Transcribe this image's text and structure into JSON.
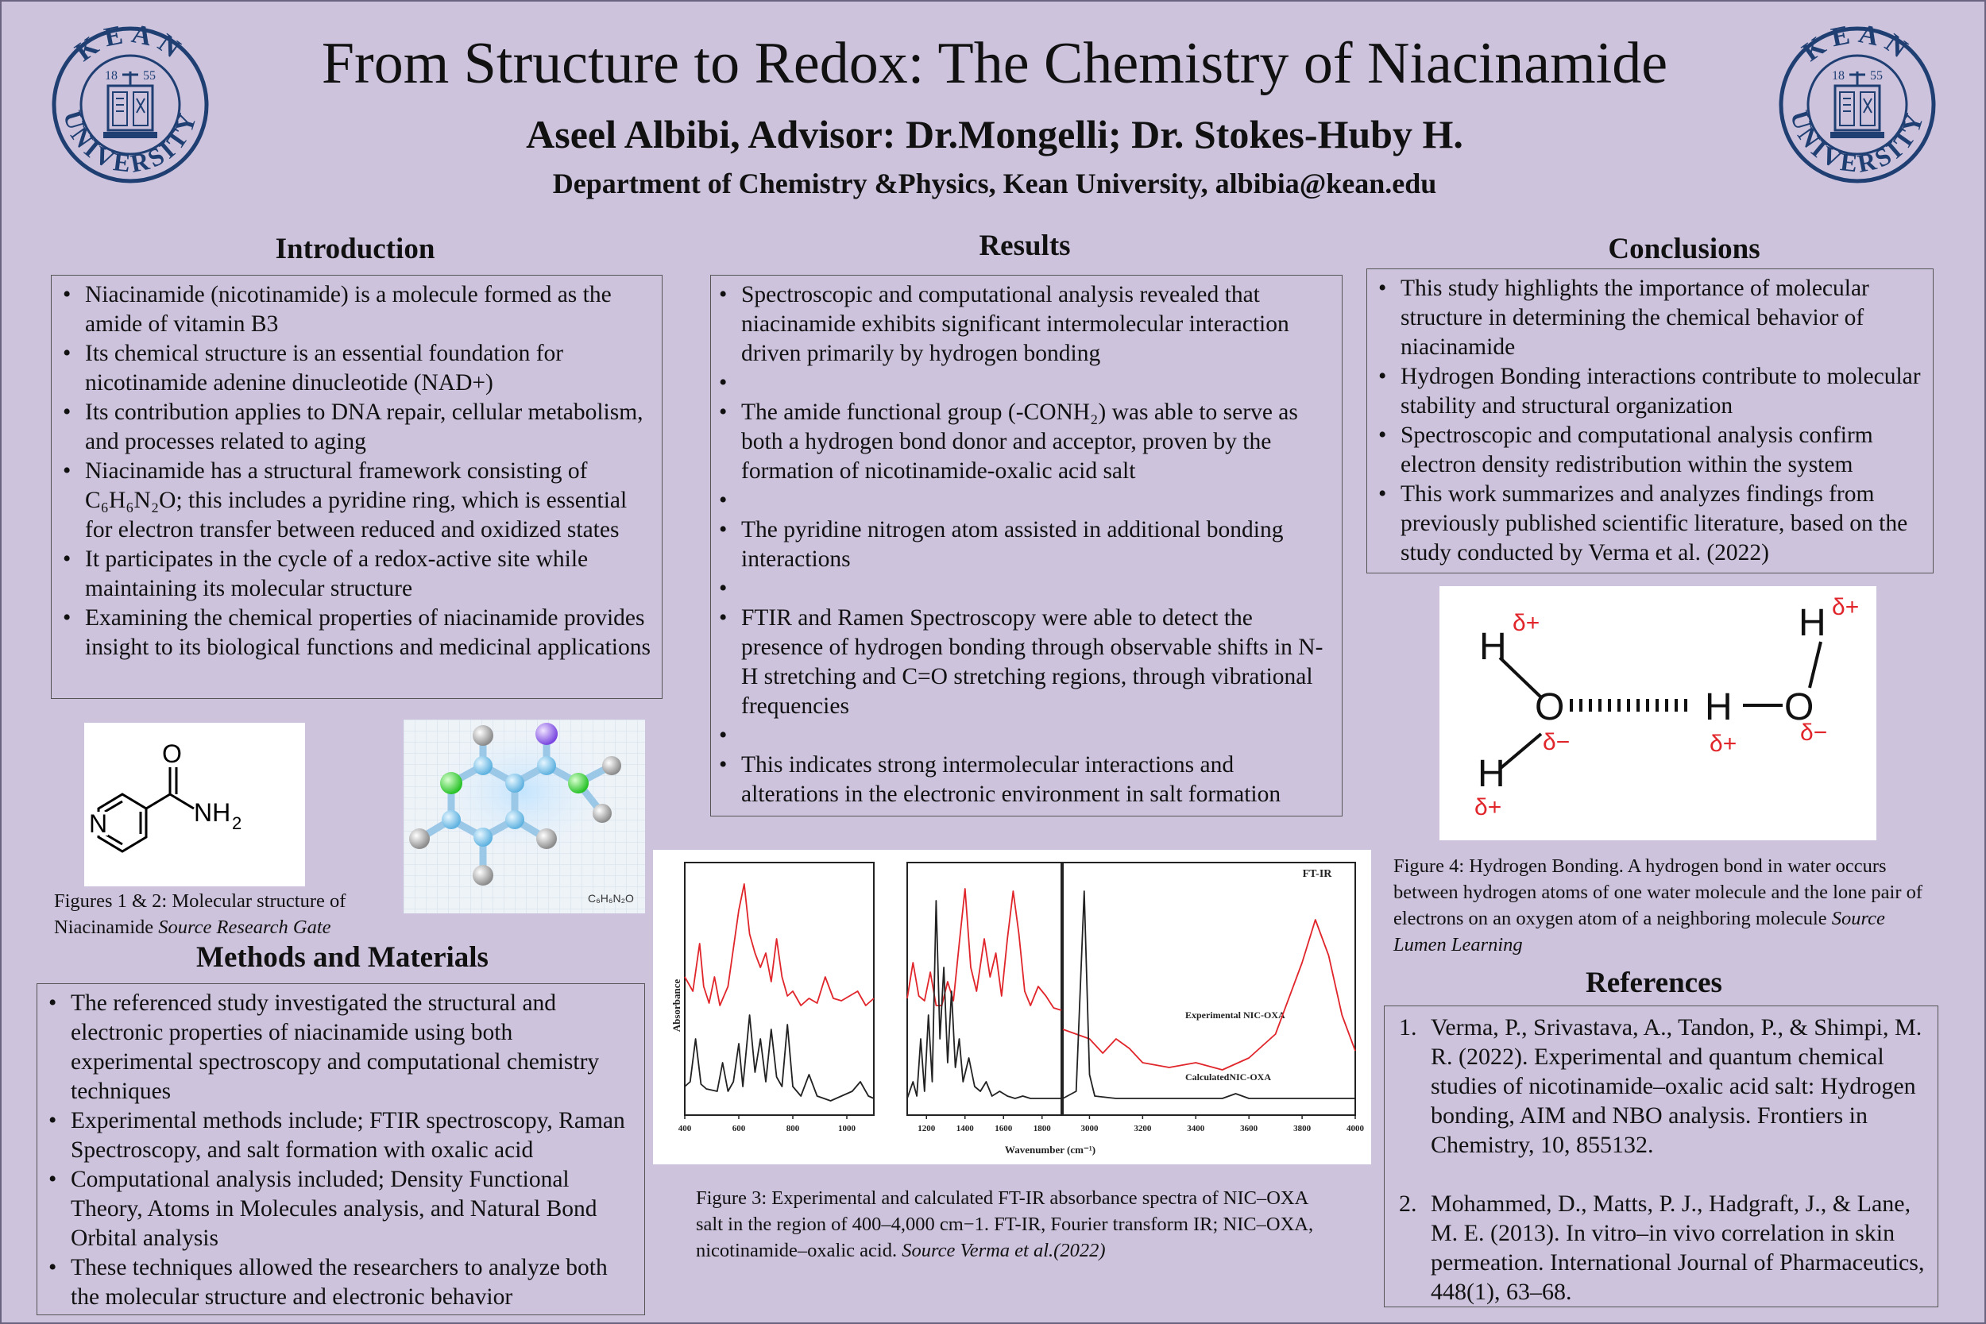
{
  "header": {
    "title": "From Structure to Redox: The Chemistry of Niacinamide",
    "authors": "Aseel Albibi, Advisor: Dr.Mongelli; Dr. Stokes-Huby H.",
    "department": "Department of Chemistry &Physics, Kean University, albibia@kean.edu",
    "logo": {
      "top_text": "KEAN",
      "bottom_text": "UNIVERSITY",
      "year_left": "18",
      "year_right": "55",
      "color": "#1f3f73"
    }
  },
  "intro": {
    "title": "Introduction",
    "items": [
      "Niacinamide (nicotinamide) is a molecule formed as the amide of vitamin B3",
      " Its chemical structure is an essential foundation for nicotinamide adenine dinucleotide (NAD+)",
      " Its contribution applies to DNA repair, cellular metabolism, and processes related to aging",
      "Niacinamide has a structural framework consisting of C₆H₆N₂O; this includes a pyridine ring, which is essential for electron transfer between reduced and oxidized states",
      "It participates in the cycle of a redox-active site while maintaining its molecular structure",
      " Examining the chemical properties of niacinamide provides insight to its biological functions and medicinal applications"
    ]
  },
  "figures12": {
    "caption_main": "Figures 1 & 2: Molecular structure of Niacinamide ",
    "caption_source": "Source Research Gate",
    "struct_o": "O",
    "struct_n": "N",
    "struct_nh": "NH",
    "struct_sub": "2",
    "model_formula": "C₆H₆N₂O"
  },
  "methods": {
    "title": "Methods and Materials",
    "items": [
      "The referenced study investigated the structural and electronic properties of niacinamide using both experimental spectroscopy and computational chemistry techniques",
      " Experimental methods include; FTIR spectroscopy, Raman Spectroscopy, and salt formation with oxalic acid",
      " Computational analysis included; Density Functional Theory, Atoms in Molecules analysis, and Natural Bond Orbital analysis",
      " These techniques allowed the researchers to analyze both the molecular structure and electronic behavior"
    ]
  },
  "results": {
    "title": "Results",
    "items": [
      "Spectroscopic and computational analysis revealed that niacinamide exhibits significant intermolecular interaction driven primarily by hydrogen bonding",
      " The amide functional group (-CONH₂) was able to serve as both a hydrogen bond donor and acceptor, proven by the formation of nicotinamide-oxalic acid salt",
      "The pyridine nitrogen atom assisted in additional bonding interactions",
      "FTIR and Ramen Spectroscopy were able to detect the presence of hydrogen bonding through observable shifts in N-H stretching and C=O stretching regions, through vibrational frequencies",
      "This indicates strong intermolecular interactions and alterations in the electronic environment in salt formation"
    ]
  },
  "figure3": {
    "caption_main": "Figure 3: Experimental and calculated FT-IR absorbance spectra of NIC–OXA salt in the region of 400–4,000 cm−1. FT-IR, Fourier transform IR; NIC–OXA, nicotinamide–oxalic acid. ",
    "caption_source": "Source Verma et al.(2022)"
  },
  "conclusions": {
    "title": "Conclusions",
    "items": [
      "This study highlights the importance of molecular structure in determining the chemical behavior of niacinamide",
      "Hydrogen Bonding interactions contribute to molecular stability and structural organization",
      "Spectroscopic and computational analysis confirm electron density redistribution within the system",
      "This work summarizes and analyzes findings from previously published scientific literature, based on the study conducted by Verma et al. (2022)"
    ]
  },
  "figure4": {
    "caption_main": "Figure 4: Hydrogen Bonding. A hydrogen bond in water occurs between hydrogen atoms of one water molecule and the lone pair of electrons on an oxygen atom of a neighboring molecule ",
    "caption_source": "Source Lumen Learning",
    "h": "H",
    "o": "O",
    "dplus": "δ+",
    "dminus": "δ−"
  },
  "references": {
    "title": "References",
    "items": [
      {
        "num": "1.",
        "text": "Verma, P., Srivastava, A., Tandon, P., & Shimpi, M. R. (2022). Experimental and quantum chemical studies of nicotinamide–oxalic acid salt: Hydrogen bonding, AIM and NBO analysis. Frontiers in Chemistry, 10, 855132."
      },
      {
        "num": "2.",
        "text": "Mohammed, D., Matts, P. J., Hadgraft, J., & Lane, M. E. (2013). In vitro–in vivo correlation in skin permeation. International Journal of Pharmaceutics, 448(1), 63–68."
      }
    ]
  },
  "chart_data": {
    "type": "line",
    "title": "FT-IR",
    "xlabel": "Wavenumber (cm⁻¹)",
    "ylabel": "Absorbance",
    "panels": [
      {
        "xlim": [
          400,
          1100
        ],
        "ticks": [
          400,
          600,
          800,
          1000
        ]
      },
      {
        "xlim": [
          1100,
          1900
        ],
        "ticks": [
          1200,
          1400,
          1600,
          1800
        ]
      },
      {
        "xlim": [
          2900,
          4000
        ],
        "ticks": [
          3000,
          3200,
          3400,
          3600,
          3800,
          4000
        ]
      }
    ],
    "ylim": [
      0,
      1
    ],
    "series": [
      {
        "name": "Experimental NIC-OXA",
        "color": "#e0262b",
        "points": [
          [
            400,
            0.56
          ],
          [
            430,
            0.5
          ],
          [
            455,
            0.7
          ],
          [
            470,
            0.52
          ],
          [
            490,
            0.45
          ],
          [
            510,
            0.56
          ],
          [
            530,
            0.44
          ],
          [
            560,
            0.52
          ],
          [
            600,
            0.84
          ],
          [
            620,
            0.95
          ],
          [
            640,
            0.74
          ],
          [
            660,
            0.66
          ],
          [
            680,
            0.6
          ],
          [
            700,
            0.66
          ],
          [
            720,
            0.54
          ],
          [
            740,
            0.72
          ],
          [
            760,
            0.56
          ],
          [
            780,
            0.48
          ],
          [
            800,
            0.5
          ],
          [
            830,
            0.44
          ],
          [
            860,
            0.47
          ],
          [
            890,
            0.45
          ],
          [
            920,
            0.56
          ],
          [
            950,
            0.47
          ],
          [
            980,
            0.46
          ],
          [
            1010,
            0.48
          ],
          [
            1040,
            0.5
          ],
          [
            1070,
            0.44
          ],
          [
            1100,
            0.47
          ],
          [
            1130,
            0.62
          ],
          [
            1160,
            0.48
          ],
          [
            1190,
            0.46
          ],
          [
            1220,
            0.58
          ],
          [
            1250,
            0.44
          ],
          [
            1280,
            0.44
          ],
          [
            1310,
            0.54
          ],
          [
            1340,
            0.46
          ],
          [
            1370,
            0.7
          ],
          [
            1400,
            0.93
          ],
          [
            1430,
            0.6
          ],
          [
            1460,
            0.5
          ],
          [
            1500,
            0.72
          ],
          [
            1530,
            0.56
          ],
          [
            1560,
            0.66
          ],
          [
            1590,
            0.48
          ],
          [
            1620,
            0.72
          ],
          [
            1650,
            0.92
          ],
          [
            1680,
            0.74
          ],
          [
            1710,
            0.5
          ],
          [
            1740,
            0.44
          ],
          [
            1780,
            0.52
          ],
          [
            1820,
            0.48
          ],
          [
            1860,
            0.43
          ],
          [
            1900,
            0.42
          ],
          [
            2900,
            0.34
          ],
          [
            3000,
            0.3
          ],
          [
            3050,
            0.24
          ],
          [
            3100,
            0.3
          ],
          [
            3150,
            0.26
          ],
          [
            3200,
            0.2
          ],
          [
            3300,
            0.18
          ],
          [
            3400,
            0.2
          ],
          [
            3500,
            0.17
          ],
          [
            3600,
            0.22
          ],
          [
            3700,
            0.32
          ],
          [
            3800,
            0.62
          ],
          [
            3850,
            0.8
          ],
          [
            3900,
            0.65
          ],
          [
            3950,
            0.4
          ],
          [
            4000,
            0.25
          ]
        ]
      },
      {
        "name": "CalculatedNIC-OXA",
        "color": "#222222",
        "points": [
          [
            400,
            0.1
          ],
          [
            420,
            0.12
          ],
          [
            440,
            0.3
          ],
          [
            460,
            0.11
          ],
          [
            480,
            0.09
          ],
          [
            520,
            0.08
          ],
          [
            540,
            0.2
          ],
          [
            560,
            0.08
          ],
          [
            580,
            0.12
          ],
          [
            600,
            0.28
          ],
          [
            615,
            0.1
          ],
          [
            640,
            0.4
          ],
          [
            660,
            0.16
          ],
          [
            680,
            0.3
          ],
          [
            700,
            0.12
          ],
          [
            720,
            0.34
          ],
          [
            740,
            0.14
          ],
          [
            760,
            0.1
          ],
          [
            780,
            0.36
          ],
          [
            800,
            0.1
          ],
          [
            830,
            0.06
          ],
          [
            860,
            0.15
          ],
          [
            890,
            0.06
          ],
          [
            940,
            0.04
          ],
          [
            980,
            0.06
          ],
          [
            1020,
            0.08
          ],
          [
            1050,
            0.12
          ],
          [
            1080,
            0.06
          ],
          [
            1100,
            0.05
          ],
          [
            1130,
            0.12
          ],
          [
            1150,
            0.06
          ],
          [
            1170,
            0.3
          ],
          [
            1190,
            0.08
          ],
          [
            1210,
            0.4
          ],
          [
            1230,
            0.12
          ],
          [
            1250,
            0.88
          ],
          [
            1270,
            0.3
          ],
          [
            1290,
            0.6
          ],
          [
            1310,
            0.2
          ],
          [
            1330,
            0.5
          ],
          [
            1350,
            0.18
          ],
          [
            1370,
            0.3
          ],
          [
            1390,
            0.12
          ],
          [
            1420,
            0.22
          ],
          [
            1450,
            0.1
          ],
          [
            1480,
            0.08
          ],
          [
            1510,
            0.12
          ],
          [
            1540,
            0.06
          ],
          [
            1580,
            0.08
          ],
          [
            1620,
            0.06
          ],
          [
            1660,
            0.05
          ],
          [
            1700,
            0.06
          ],
          [
            1740,
            0.05
          ],
          [
            1800,
            0.05
          ],
          [
            1860,
            0.05
          ],
          [
            1900,
            0.05
          ],
          [
            2900,
            0.05
          ],
          [
            2950,
            0.08
          ],
          [
            2980,
            0.92
          ],
          [
            3000,
            0.15
          ],
          [
            3020,
            0.06
          ],
          [
            3100,
            0.05
          ],
          [
            3200,
            0.05
          ],
          [
            3300,
            0.05
          ],
          [
            3400,
            0.05
          ],
          [
            3500,
            0.05
          ],
          [
            3550,
            0.07
          ],
          [
            3600,
            0.05
          ],
          [
            3700,
            0.05
          ],
          [
            3800,
            0.05
          ],
          [
            3900,
            0.05
          ],
          [
            4000,
            0.05
          ]
        ]
      }
    ]
  }
}
